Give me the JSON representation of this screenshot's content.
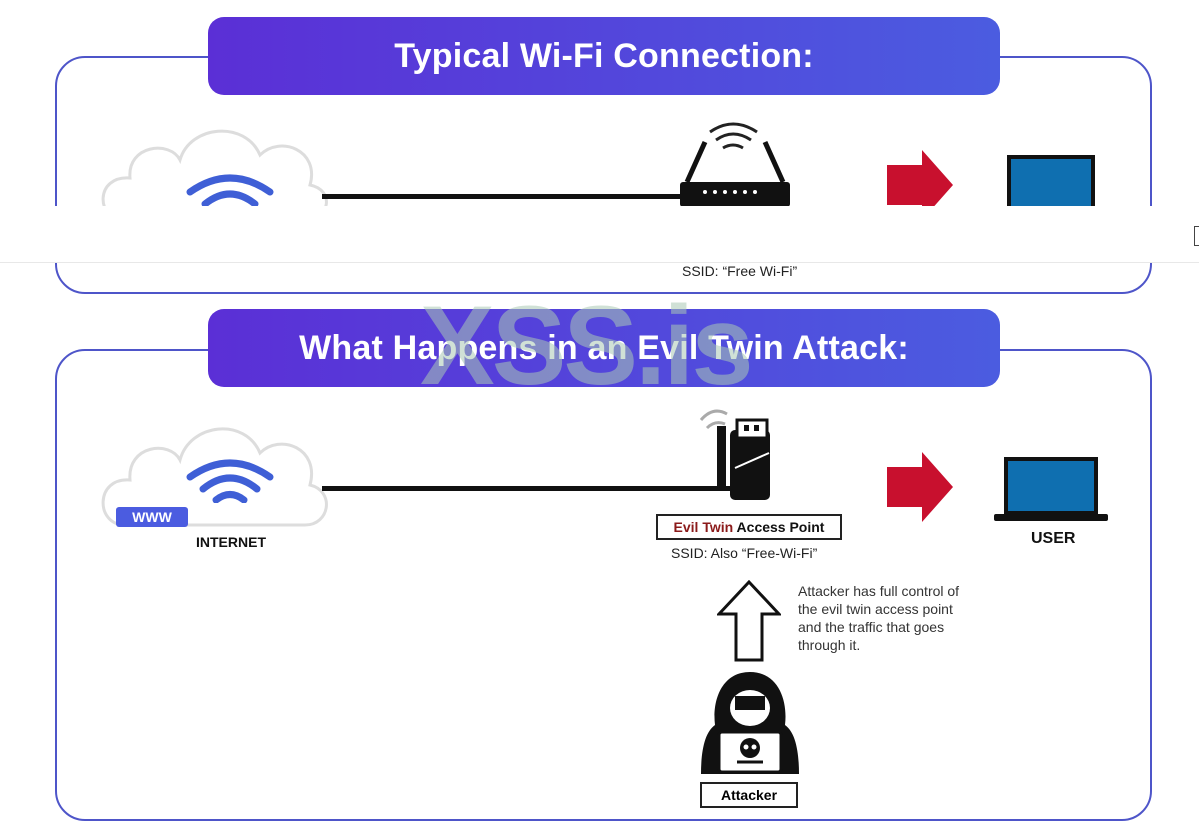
{
  "top": {
    "title": "Typical Wi-Fi Connection:",
    "ssid": "SSID: “Free Wi-Fi”"
  },
  "bottom": {
    "title": "What Happens in an Evil Twin Attack:",
    "www_badge": "WWW",
    "internet_label": "INTERNET",
    "evil_twin_prefix": "Evil Twin",
    "evil_twin_suffix": " Access Point",
    "ssid": "SSID: Also “Free-Wi-Fi”",
    "user_label": "USER",
    "attacker_note": "Attacker has full control of the evil twin access point and the traffic that goes through it.",
    "attacker_label": "Attacker"
  },
  "watermark": "XSS.is",
  "colors": {
    "banner_start": "#5b2fd6",
    "banner_end": "#4b5ce0",
    "panel_border": "#4e55c9",
    "wifi_blue": "#3f5fd6",
    "arrow_red": "#c8102e",
    "laptop_screen": "#0f6fb0",
    "evil_twin_red": "#8b1a1a"
  },
  "icons": [
    "cloud-icon",
    "wifi-icon",
    "router-icon",
    "usb-adapter-icon",
    "red-arrow-icon",
    "laptop-icon",
    "hacker-icon",
    "up-arrow-icon"
  ]
}
